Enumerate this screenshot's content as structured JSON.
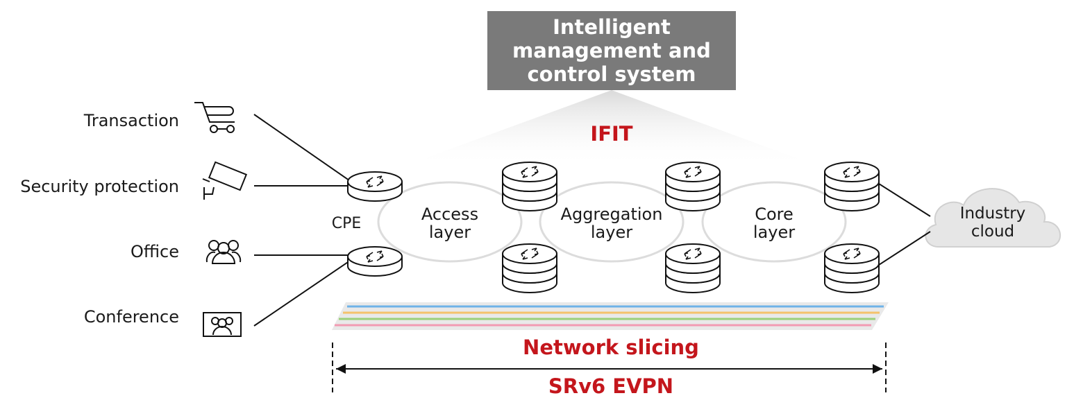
{
  "management": {
    "lines": [
      "Intelligent",
      "management and",
      "control system"
    ]
  },
  "ifit_label": "IFIT",
  "services": [
    {
      "label": "Transaction",
      "icon": "cart-icon"
    },
    {
      "label": "Security protection",
      "icon": "camera-icon"
    },
    {
      "label": "Office",
      "icon": "people-icon"
    },
    {
      "label": "Conference",
      "icon": "conference-icon"
    }
  ],
  "cpe_label": "CPE",
  "layers": [
    {
      "line1": "Access",
      "line2": "layer"
    },
    {
      "line1": "Aggregation",
      "line2": "layer"
    },
    {
      "line1": "Core",
      "line2": "layer"
    }
  ],
  "cloud": {
    "line1": "Industry",
    "line2": "cloud"
  },
  "slicing_label": "Network slicing",
  "srv6_label": "SRv6 EVPN",
  "colors": {
    "accent_red": "#c4161c",
    "mgmt_box": "#7a7a7a",
    "slice_lines": [
      "#6fb3e8",
      "#f5c26b",
      "#9bd07a",
      "#f29bb3"
    ]
  }
}
